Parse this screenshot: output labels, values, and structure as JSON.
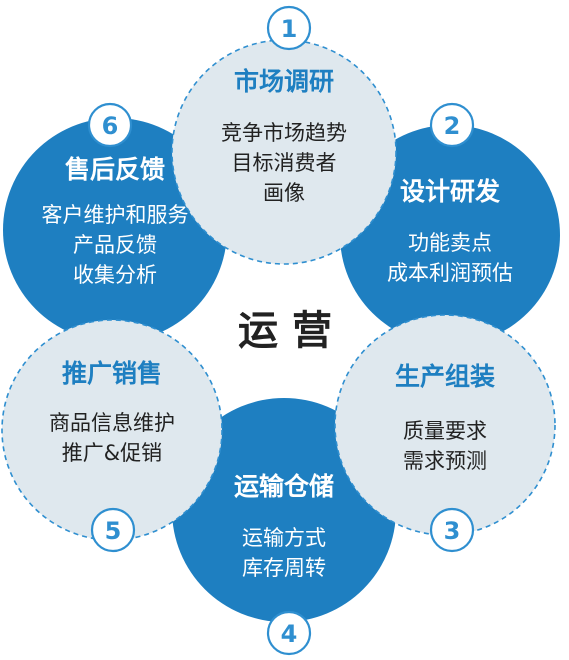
{
  "center_label": "运营",
  "colors": {
    "dark_fill": "#1e7fc1",
    "light_fill": "#dfe8ee",
    "dashed_stroke": "#2f8fd0",
    "dark_title": "#ffffff",
    "light_title": "#1e7fc1",
    "light_body": "#222222",
    "center_text": "#222222",
    "badge_border": "#2f8fd0",
    "badge_text": "#2f8fd0"
  },
  "steps": [
    {
      "number": "1",
      "title": "市场调研",
      "lines": [
        "竞争市场趋势",
        "目标消费者",
        "画像"
      ],
      "style": "light"
    },
    {
      "number": "2",
      "title": "设计研发",
      "lines": [
        "功能卖点",
        "成本利润预估"
      ],
      "style": "dark"
    },
    {
      "number": "3",
      "title": "生产组装",
      "lines": [
        "质量要求",
        "需求预测"
      ],
      "style": "light"
    },
    {
      "number": "4",
      "title": "运输仓储",
      "lines": [
        "运输方式",
        "库存周转"
      ],
      "style": "dark"
    },
    {
      "number": "5",
      "title": "推广销售",
      "lines": [
        "商品信息维护",
        "推广&促销"
      ],
      "style": "light"
    },
    {
      "number": "6",
      "title": "售后反馈",
      "lines": [
        "客户维护和服务",
        "产品反馈",
        "收集分析"
      ],
      "style": "dark"
    }
  ]
}
